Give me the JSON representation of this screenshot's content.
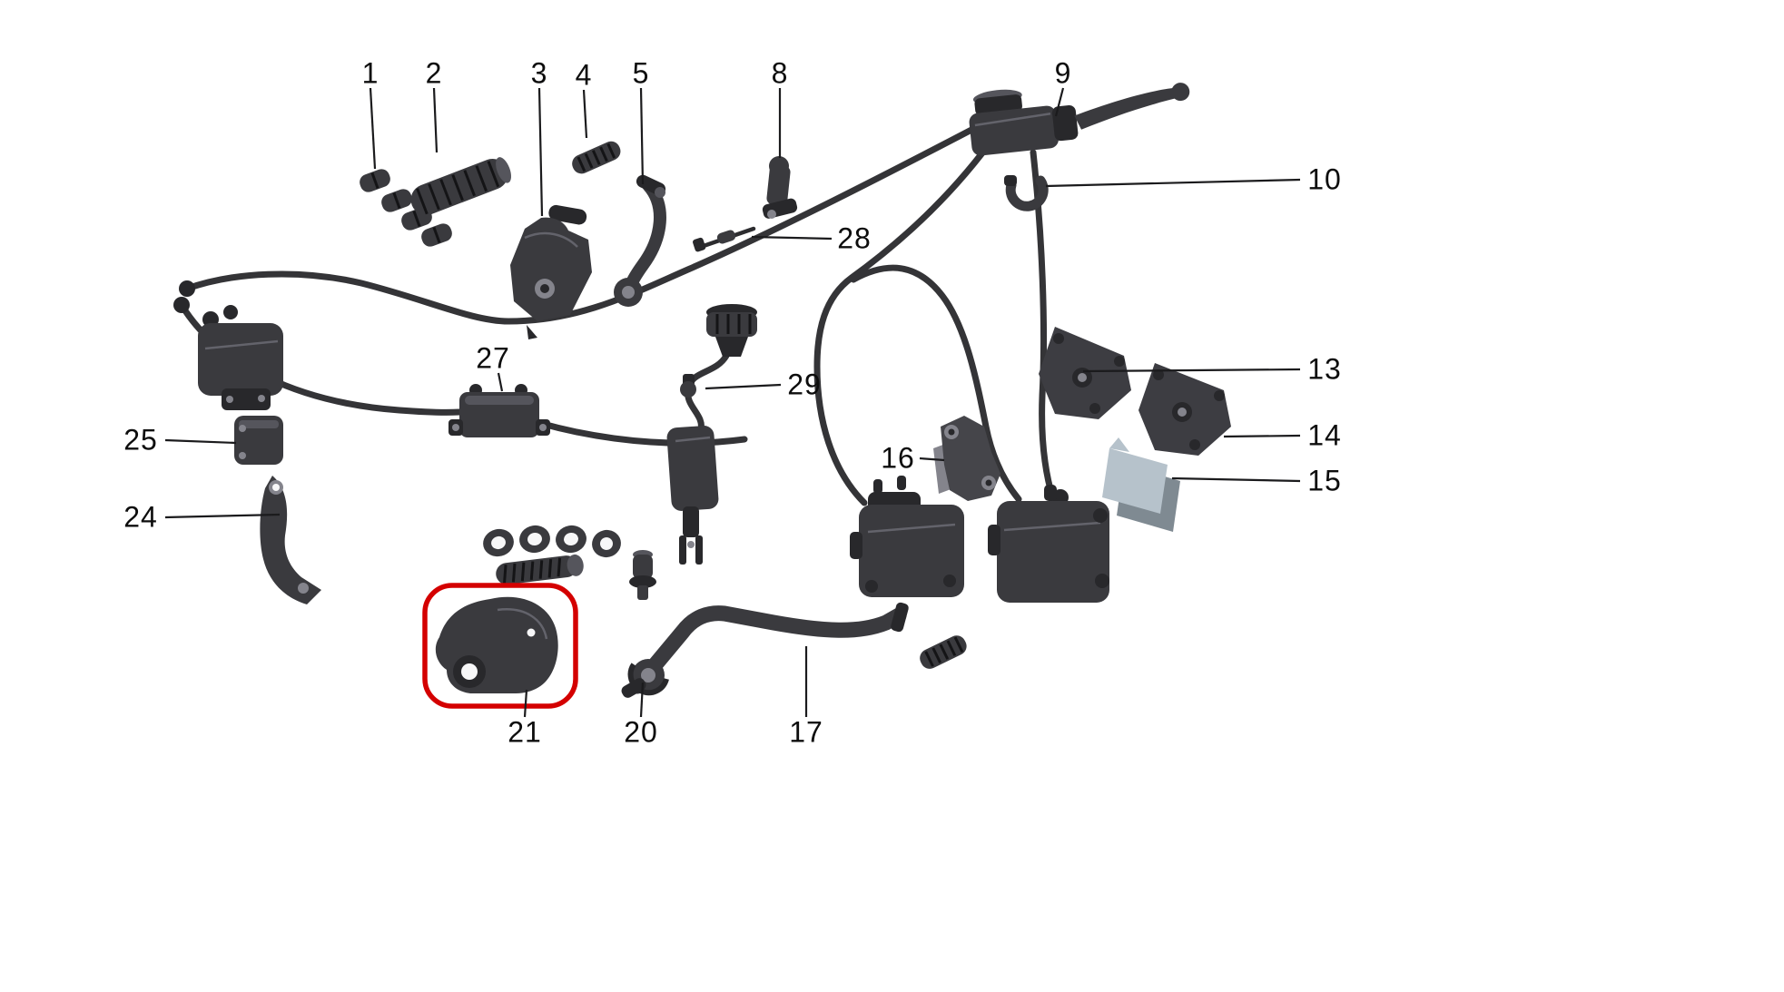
{
  "diagram": {
    "type": "exploded-parts-diagram",
    "subject": "brake system assembly parts diagram",
    "background_color": "#ffffff",
    "part_fill_color": "#3a3a3e",
    "line_color": "#1b1b1d",
    "highlight": {
      "part_label": "21",
      "color": "#d40000"
    },
    "labels": [
      {
        "text": "1"
      },
      {
        "text": "2"
      },
      {
        "text": "3"
      },
      {
        "text": "4"
      },
      {
        "text": "5"
      },
      {
        "text": "8"
      },
      {
        "text": "9"
      },
      {
        "text": "10"
      },
      {
        "text": "28"
      },
      {
        "text": "27"
      },
      {
        "text": "29"
      },
      {
        "text": "13"
      },
      {
        "text": "14"
      },
      {
        "text": "15"
      },
      {
        "text": "16"
      },
      {
        "text": "25"
      },
      {
        "text": "24"
      },
      {
        "text": "21"
      },
      {
        "text": "20"
      },
      {
        "text": "17"
      }
    ]
  }
}
